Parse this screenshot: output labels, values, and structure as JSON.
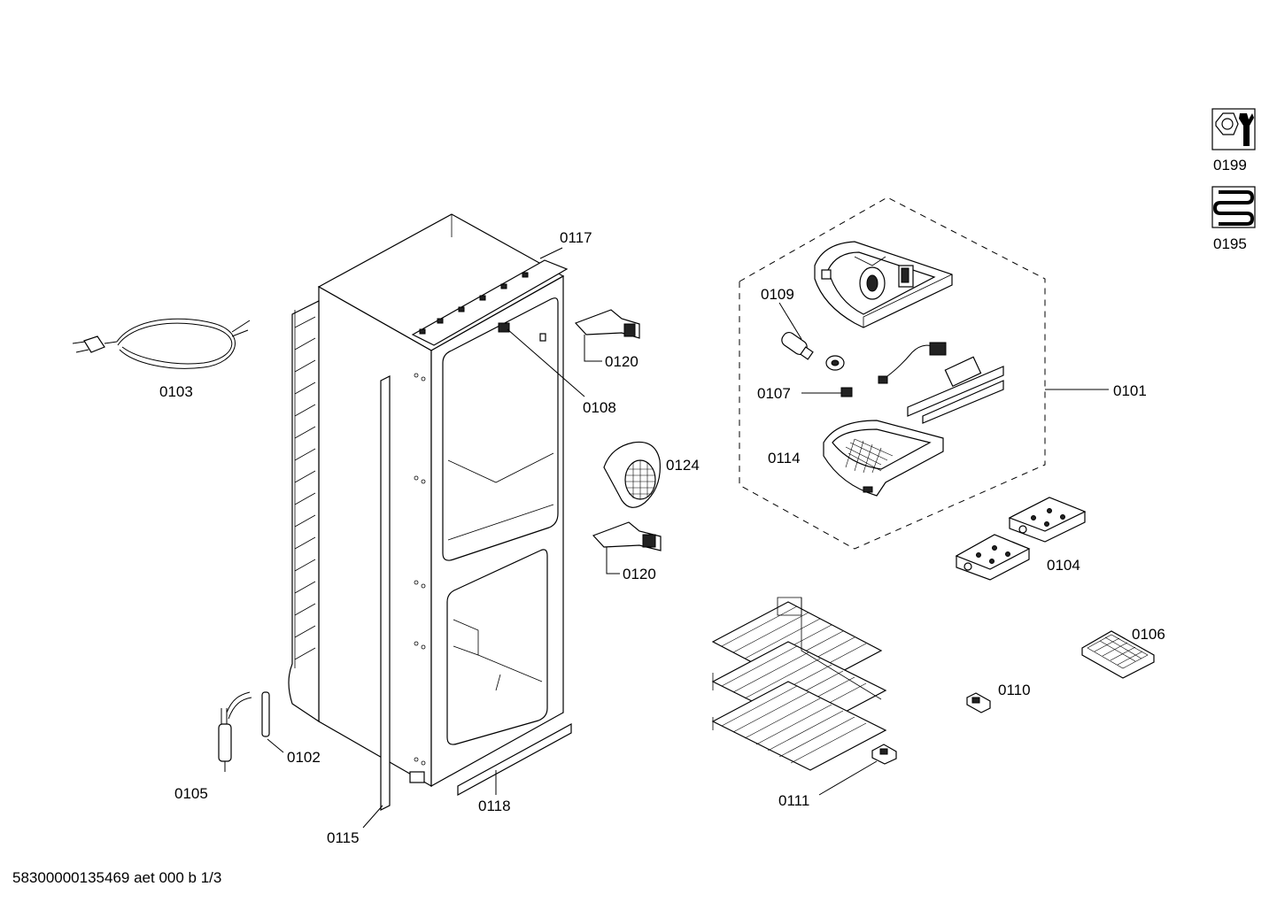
{
  "footer": {
    "document_code": "58300000135469 aet 000 b 1/3"
  },
  "icons": [
    {
      "label": "0199",
      "icon": "wrench-nut-icon"
    },
    {
      "label": "0195",
      "icon": "coil-icon"
    }
  ],
  "parts": [
    {
      "label": "0117",
      "name": "top-bracket"
    },
    {
      "label": "0103",
      "name": "power-cord"
    },
    {
      "label": "0108",
      "name": "connector"
    },
    {
      "label": "0120",
      "name": "hinge-upper"
    },
    {
      "label": "0124",
      "name": "fan-cover"
    },
    {
      "label": "0120",
      "name": "hinge-lower"
    },
    {
      "label": "0109",
      "name": "lamp-bulb"
    },
    {
      "label": "0107",
      "name": "switch"
    },
    {
      "label": "0101",
      "name": "control-housing-assembly"
    },
    {
      "label": "0114",
      "name": "housing-cover"
    },
    {
      "label": "0104",
      "name": "ice-packs"
    },
    {
      "label": "0106",
      "name": "ice-tray"
    },
    {
      "label": "0110",
      "name": "clip"
    },
    {
      "label": "0111",
      "name": "shelves"
    },
    {
      "label": "0102",
      "name": "sensor"
    },
    {
      "label": "0105",
      "name": "filter-drier"
    },
    {
      "label": "0115",
      "name": "side-strip"
    },
    {
      "label": "0118",
      "name": "bottom-strip"
    }
  ]
}
